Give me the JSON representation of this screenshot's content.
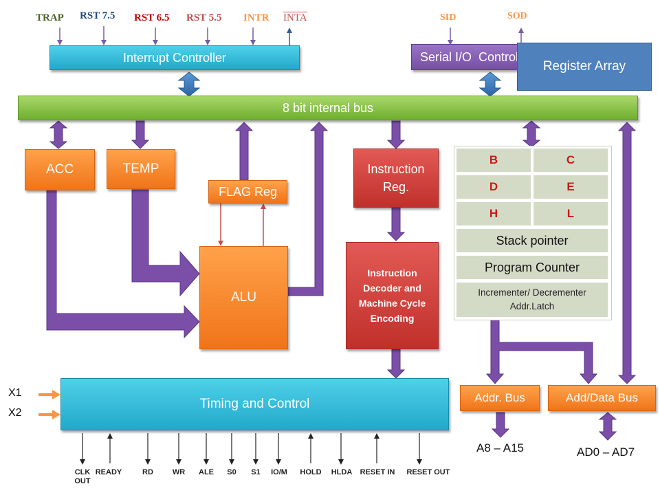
{
  "interrupts": {
    "trap": "TRAP",
    "rst75": "RST 7.5",
    "rst65": "RST 6.5",
    "rst55": "RST 5.5",
    "intr": "INTR",
    "inta": "INTA"
  },
  "serial": {
    "sid": "SID",
    "sod": "SOD"
  },
  "blocks": {
    "interrupt_controller": "Interrupt Controller",
    "serial_io": "Serial I/O  Control",
    "register_array": "Register Array",
    "internal_bus": "8 bit internal bus",
    "acc": "ACC",
    "temp": "TEMP",
    "flag_reg": "FLAG Reg",
    "alu": "ALU",
    "instruction_reg": "Instruction Reg.",
    "instruction_decoder": "Instruction Decoder and Machine Cycle Encoding",
    "timing_control": "Timing and Control",
    "addr_bus": "Addr. Bus",
    "add_data_bus": "Add/Data Bus"
  },
  "registers": {
    "b": "B",
    "c": "C",
    "d": "D",
    "e": "E",
    "h": "H",
    "l": "L",
    "stack_pointer": "Stack pointer",
    "program_counter": "Program Counter",
    "inc_dec": "Incrementer/ Decrementer Addr.Latch"
  },
  "clock": {
    "x1": "X1",
    "x2": "X2"
  },
  "outputs": {
    "addr_lines": "A8 – A15",
    "data_lines": "AD0 – AD7"
  },
  "control_pins": {
    "clk_out": "CLK OUT",
    "ready": "READY",
    "rd": "RD",
    "wr": "WR",
    "ale": "ALE",
    "s0": "S0",
    "s1": "S1",
    "io_m": "IO/M",
    "hold": "HOLD",
    "hlda": "HLDA",
    "reset_in": "RESET IN",
    "reset_out": "RESET OUT"
  },
  "colors": {
    "data_path": "#7b4fa8",
    "interrupt_lines": "#7b5ba5",
    "flag_lines": "#c0504d",
    "clock_arrows": "#f79646"
  }
}
